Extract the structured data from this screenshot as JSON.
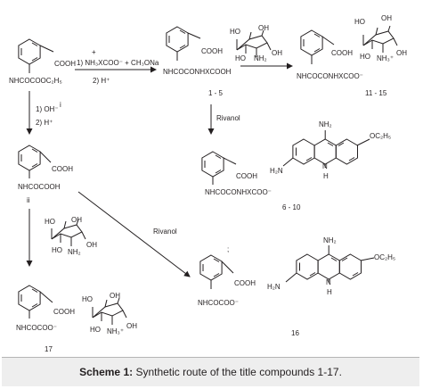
{
  "caption": {
    "scheme_label": "Scheme 1:",
    "text": " Synthetic route of the title compounds 1-17."
  },
  "reagents": {
    "step1_line1": "1) NH₃XCOO⁻ + CH₃ONa",
    "step1_plus": "+",
    "step1_line2": "2) H⁺",
    "hydrolysis_line1": "1) OH⁻",
    "hydrolysis_line2": "2) H⁺",
    "hydrolysis_marker": "i",
    "rivanol_a": "Rivanol",
    "rivanol_b": "Rivanol"
  },
  "compounds": {
    "start": {
      "cooh": "COOH",
      "nh": "NHCOCOOC₂H₅"
    },
    "c1_5": {
      "cooh": "COOH",
      "nh": "NHCOCONHXCOOH",
      "label": "1 - 5"
    },
    "c11_15": {
      "cooh": "COOH",
      "nh": "NHCOCONHXCOO⁻",
      "label": "11 - 15"
    },
    "c_ii": {
      "cooh": "COOH",
      "nh": "NHCOCOOH",
      "label": "ii"
    },
    "c6_10": {
      "cooh": "COOH",
      "nh": "NHCOCONHXCOO⁻",
      "label": "6 - 10"
    },
    "c16": {
      "cooh": "COOH",
      "nh": "NHCOCOO⁻",
      "label": "16",
      "sep": ";"
    },
    "c17": {
      "cooh": "COOH",
      "nh": "NHCOCOO⁻",
      "label": "17"
    }
  },
  "glucosamine": {
    "ho1": "HO",
    "oh1": "OH",
    "ho2": "HO",
    "oh2": "OH",
    "nh": "NH₂",
    "ho1b": "HO",
    "oh1b": "OH",
    "ho2b": "HO",
    "oh2b": "OH",
    "nhb": "NH₃⁺",
    "ho1c": "HO",
    "oh1c": "OH",
    "ho2c": "HO",
    "oh2c": "OH",
    "nhc": "NH₂",
    "ho1d": "HO",
    "oh1d": "OH",
    "ho2d": "HO",
    "oh2d": "OH",
    "nhd": "NH₃⁺"
  },
  "acridinium": {
    "nh2_top": "NH₂",
    "h2n": "H₂N",
    "oet": "OC₂H₅",
    "n": "N",
    "h": "H",
    "nh2_top_b": "NH₂",
    "h2n_b": "H₂N",
    "oet_b": "OC₂H₅",
    "n_b": "N",
    "h_b": "H"
  }
}
